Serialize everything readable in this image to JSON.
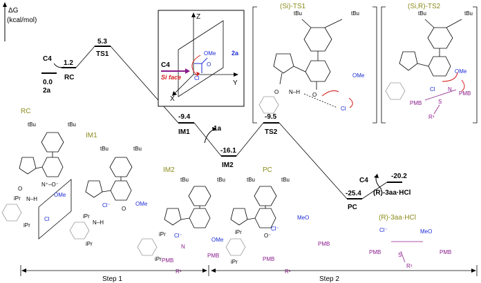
{
  "axis": {
    "ylabel": "ΔG",
    "yunit": "(kcal/mol)"
  },
  "levels": [
    {
      "id": "2a",
      "label": "2a",
      "value": "0.0",
      "extra": "C4"
    },
    {
      "id": "RC",
      "label": "RC",
      "value": "1.2"
    },
    {
      "id": "TS1",
      "label": "TS1",
      "value": "5.3"
    },
    {
      "id": "IM1",
      "label": "IM1",
      "value": "-9.4"
    },
    {
      "id": "IM2",
      "label": "IM2",
      "value": "-16.1"
    },
    {
      "id": "TS2",
      "label": "TS2",
      "value": "-9.5"
    },
    {
      "id": "PC",
      "label": "PC",
      "value": "-25.4"
    },
    {
      "id": "P",
      "label": "(R)-3aa·HCl",
      "value": "-20.2"
    }
  ],
  "annotations": {
    "reagent_1a": "1a",
    "c4_product": "C4"
  },
  "inset_face": {
    "z": "Z",
    "y": "Y",
    "x": "X",
    "c4": "C4",
    "si_face": "Si face",
    "ome": "OMe",
    "o": "O",
    "cl": "Cl",
    "reagent": "2a"
  },
  "inset_ts1": {
    "title_paren": "(Si)",
    "title_suffix": "-TS1",
    "tbu1": "tBu",
    "tbu2": "tBu",
    "ome": "OMe",
    "cl": "Cl",
    "o_minus": "O",
    "nh": "N–H",
    "o": "O"
  },
  "inset_ts2": {
    "title_paren": "(Si,R)",
    "title_suffix": "-TS2",
    "tbu1": "tBu",
    "tbu2": "tBu",
    "cl": "Cl",
    "ome": "OMe",
    "pmb1": "PMB",
    "pmb2": "PMB",
    "r1": "R¹",
    "s": "S",
    "n": "N"
  },
  "structures": {
    "rc": {
      "name": "RC",
      "tbu1": "tBu",
      "tbu2": "tBu",
      "ipr1": "iPr",
      "ipr2": "iPr",
      "nh": "N–H",
      "o": "O",
      "ome": "OMe",
      "cl": "Cl",
      "nox": "N⁺–O⁻"
    },
    "im1": {
      "name": "IM1",
      "tbu1": "tBu",
      "tbu2": "tBu",
      "ipr1": "iPr",
      "ipr2": "iPr",
      "cl": "Cl⁻",
      "ome": "OMe",
      "o": "O",
      "nh": "N–H"
    },
    "im2": {
      "name": "IM2",
      "tbu1": "tBu",
      "tbu2": "tBu",
      "ipr1": "iPr",
      "ipr2": "iPr",
      "cl": "Cl⁻",
      "ome": "OMe",
      "pmb1": "PMB",
      "pmb2": "PMB",
      "r1": "R¹",
      "n": "N"
    },
    "pc": {
      "name": "PC",
      "tbu1": "tBu",
      "tbu2": "tBu",
      "ipr1": "iPr",
      "ipr2": "iPr",
      "cl": "Cl⁻",
      "meo": "MeO",
      "pmb1": "PMB",
      "pmb2": "PMB",
      "r1": "R¹",
      "nox": "O⁻"
    },
    "product": {
      "name": "(R)-3aa·HCl",
      "cl": "Cl⁻",
      "meo": "MeO",
      "pmb1": "PMB",
      "pmb2": "PMB",
      "r1": "R¹",
      "s": "S"
    }
  },
  "steps": {
    "step1": "Step 1",
    "step2": "Step 2"
  }
}
